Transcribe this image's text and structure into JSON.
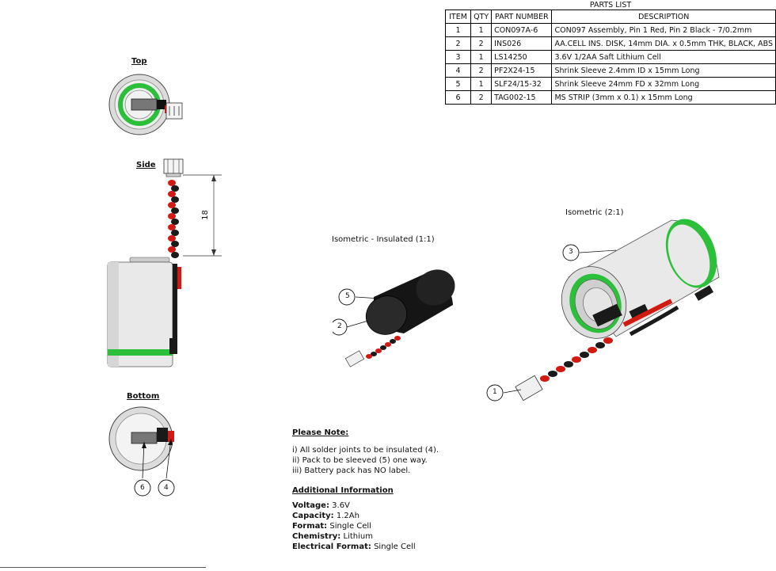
{
  "parts_list": {
    "title": "PARTS LIST",
    "headers": [
      "ITEM",
      "QTY",
      "PART NUMBER",
      "DESCRIPTION"
    ],
    "rows": [
      {
        "item": "1",
        "qty": "1",
        "part_number": "CON097A-6",
        "description": "CON097 Assembly, Pin 1 Red, Pin 2 Black - 7/0.2mm"
      },
      {
        "item": "2",
        "qty": "2",
        "part_number": "INS026",
        "description": "AA.CELL INS. DISK, 14mm DIA. x 0.5mm THK, BLACK, ABS"
      },
      {
        "item": "3",
        "qty": "1",
        "part_number": "LS14250",
        "description": "3.6V 1/2AA Saft Lithium Cell"
      },
      {
        "item": "4",
        "qty": "2",
        "part_number": "PF2X24-15",
        "description": "Shrink Sleeve 2.4mm ID x 15mm Long"
      },
      {
        "item": "5",
        "qty": "1",
        "part_number": "SLF24/15-32",
        "description": "Shrink Sleeve 24mm FD x 32mm Long"
      },
      {
        "item": "6",
        "qty": "2",
        "part_number": "TAG002-15",
        "description": "MS STRIP (3mm x 0.1) x 15mm Long"
      }
    ]
  },
  "views": {
    "top": "Top",
    "side": "Side",
    "bottom": "Bottom",
    "iso_insulated": "Isometric - Insulated (1:1)",
    "iso_2to1": "Isometric (2:1)"
  },
  "dimension": "18",
  "balloons": {
    "b1": "1",
    "b2": "2",
    "b3": "3",
    "b4": "4",
    "b5": "5",
    "b6": "6"
  },
  "notes": {
    "heading": "Please Note:",
    "items": [
      "i) All solder joints to be insulated (4).",
      "ii) Pack to be sleeved (5) one way.",
      "iii) Battery pack has NO label."
    ],
    "additional_heading": "Additional Information",
    "info": [
      {
        "key": "Voltage:",
        "value": "3.6V"
      },
      {
        "key": "Capacity:",
        "value": "1.2Ah"
      },
      {
        "key": "Format:",
        "value": "Single Cell"
      },
      {
        "key": "Chemistry:",
        "value": "Lithium"
      },
      {
        "key": "Electrical Format:",
        "value": "Single Cell"
      }
    ]
  },
  "colors": {
    "cell_green": "#2bbf3a",
    "wire_red": "#d21a12",
    "wire_black": "#1a1a1a",
    "cell_body": "#e9e9e9"
  }
}
